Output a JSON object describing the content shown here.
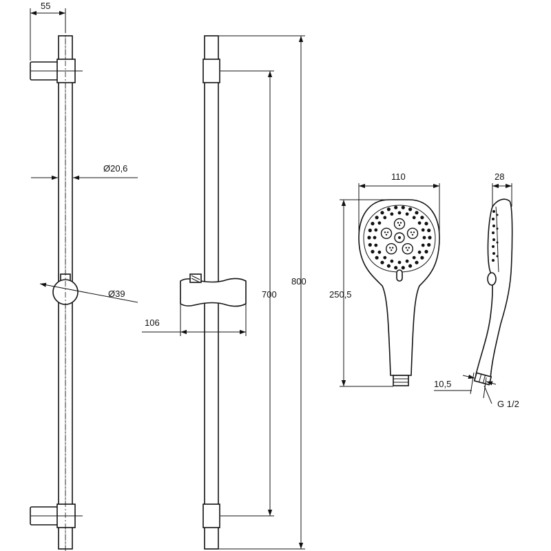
{
  "dimensions": {
    "rail_offset": "55",
    "rail_diameter": "Ø20,6",
    "knob_diameter": "Ø39",
    "holder_width": "106",
    "fixing_distance": "700",
    "rail_length": "800",
    "head_width": "110",
    "head_length": "250,5",
    "head_depth": "28",
    "thread_length": "10,5",
    "thread": "G 1/2"
  }
}
